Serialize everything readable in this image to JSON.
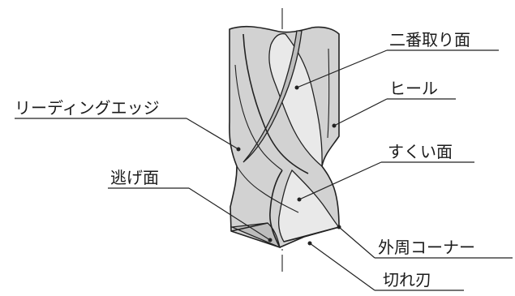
{
  "labels": {
    "secondary_flank": "二番取り面",
    "heel": "ヒール",
    "leading_edge": "リーディングエッジ",
    "rake_face": "すくい面",
    "relief_face": "逃げ面",
    "outer_corner": "外周コーナー",
    "cutting_edge": "切れ刃"
  }
}
